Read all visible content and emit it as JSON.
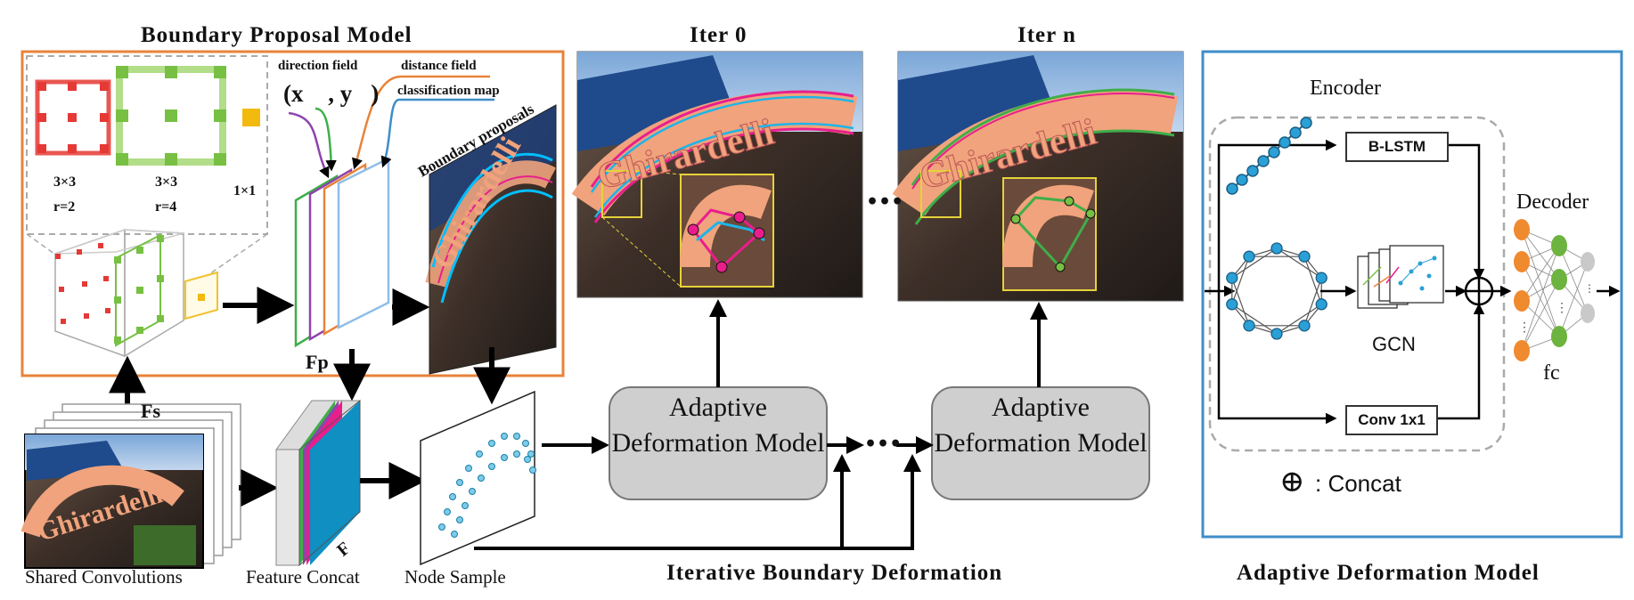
{
  "sections": {
    "boundary_proposal_title": "Boundary Proposal Model",
    "iter0_title": "Iter 0",
    "itern_title": "Iter n",
    "iterative_title": "Iterative Boundary Deformation",
    "adm_title": "Adaptive Deformation Model"
  },
  "kernels": [
    {
      "size": "3×3",
      "rate": "r=2"
    },
    {
      "size": "3×3",
      "rate": "r=4"
    },
    {
      "size": "1×1",
      "rate": ""
    }
  ],
  "field_labels": {
    "direction": "direction field",
    "vector": "(x⃗ , y⃗)",
    "distance": "distance field",
    "classification": "classification map",
    "proposals": "Boundary proposals"
  },
  "feature_labels": {
    "fs": "Fs",
    "fp": "Fp",
    "f": "F"
  },
  "captions": {
    "shared": "Shared Convolutions",
    "concat": "Feature Concat",
    "node": "Node Sample"
  },
  "deformation_box_label": "Adaptive Deformation Model",
  "ellipsis": "•••",
  "scene_text": "Ghirardelli",
  "adm": {
    "encoder": "Encoder",
    "decoder": "Decoder",
    "blstm": "B-LSTM",
    "gcn": "GCN",
    "conv": "Conv 1x1",
    "fc": "fc",
    "concat_symbol": "⊕",
    "concat_legend": ": Concat"
  },
  "colors": {
    "orange_frame": "#e8833a",
    "blue_frame": "#3d8ec9",
    "green": "#77c043",
    "purple": "#8e44ad",
    "red": "#e53935",
    "yellow": "#f2c230",
    "gray_box": "#cfcfcf",
    "cyan": "#00a2d8",
    "magenta": "#e91e8c"
  }
}
